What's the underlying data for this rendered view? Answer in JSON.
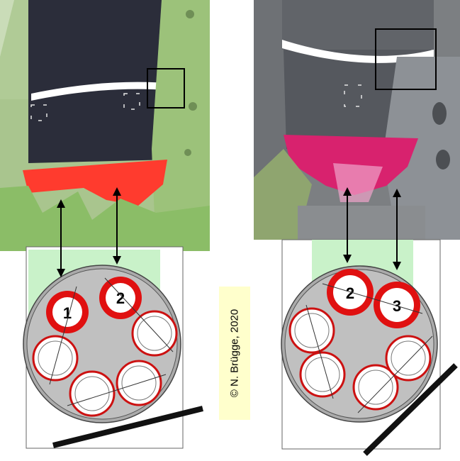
{
  "copyright": "© N. Brügge, 2020",
  "left_panel": {
    "labels": [
      "1",
      "2"
    ]
  },
  "right_panel": {
    "labels": [
      "2",
      "3"
    ]
  },
  "colors": {
    "background": "#ffffff",
    "mount_fill": "#c9f2c9",
    "plate_fill": "#c0c0c0",
    "ring_red": "#e01010",
    "hole_fill": "#ffffff",
    "copyright_bg": "#ffffcc",
    "rocket_body": "#2b2d3a",
    "left_nozzle": "#ff3b2e",
    "right_nozzle": "#d8226e",
    "tower_green": "#9cc27a",
    "bg_gray": "#7c7f82"
  }
}
